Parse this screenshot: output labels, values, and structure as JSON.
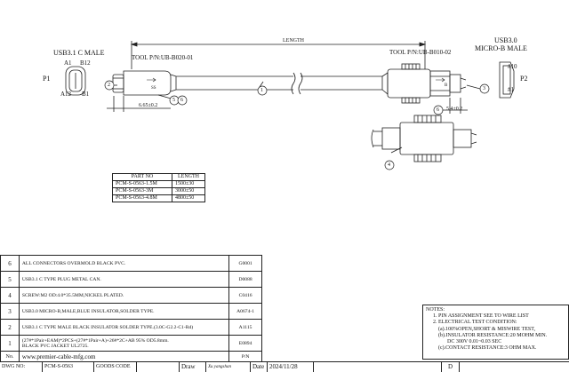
{
  "left_connector": {
    "title": "USB3.1 C MALE",
    "pin_top_left": "A1",
    "pin_top_right": "B12",
    "pin_bottom_left": "A12",
    "pin_bottom_right": "B1",
    "port_label": "P1"
  },
  "right_connector": {
    "title_line1": "USB3.0",
    "title_line2": "MICRO-B MALE",
    "pin_top": "#10",
    "pin_bottom": "#1",
    "port_label": "P2"
  },
  "cable": {
    "length_label": "LENGTH",
    "tool_left": "TOOL P/N:UB-B020-01",
    "tool_right": "TOOL P/N:UB-B010-02",
    "dim_left": "6.65±0.2",
    "dim_right": "5.4±0.2"
  },
  "callouts": [
    "1",
    "2",
    "3",
    "4",
    "5",
    "6"
  ],
  "callout_pair": "5 6",
  "part_table": {
    "headers": [
      "PART NO",
      "LENGTH"
    ],
    "rows": [
      [
        "PCM-S-0563-1.5M",
        "1500±30"
      ],
      [
        "PCM-S-0563-3M",
        "3000±50"
      ],
      [
        "PCM-S-0563-4.8M",
        "4800±50"
      ]
    ]
  },
  "bom": [
    {
      "no": "6",
      "desc": "ALL CONNECTORS OVERMOLD BLACK PVC.",
      "code": "G0001"
    },
    {
      "no": "5",
      "desc": "USB3.1 C TYPE PLUG METAL CAN.",
      "code": "D0088"
    },
    {
      "no": "4",
      "desc": "SCREW:M2  OD:4.0*35.5MM,NICKEL PLATED.",
      "code": "C0416"
    },
    {
      "no": "3",
      "desc": "USB3.0 MICRO-B,MALE,BLUE INSULATOR,SOLDER TYPE.",
      "code": "A0674-1"
    },
    {
      "no": "2",
      "desc": "USB3.1 C TYPE MALE BLACK INSULATOR SOLDER TYPE.(3.0C-G2.2-C1-Rd)",
      "code": "A1115"
    },
    {
      "no": "1",
      "desc": "(27#*1Pair+EAM)*2PCS+(27#*1Pair+A)+26#*2C+AB 95% OD5.8mm.",
      "desc2": "BLACK PVC JACKET UL2725.",
      "code": "E0894"
    }
  ],
  "bom_footer": {
    "no_label": "No.",
    "website": "www.premier-cable-mfg.com",
    "pn_label": "P/N"
  },
  "notes": {
    "title": "NOTES:",
    "lines": [
      "1. PIN ASSIGNMENT SEE TO WIRE LIST",
      "2. ELECTRICAL TEST CONDITION:",
      "(a).100%OPEN,SHORT & MISWIRE TEST,",
      "(b).INSULATOR RESISTANCE:20 MOHM MIN.",
      "DC 300V 0.01~0.03 SEC",
      "(c).CONTACT RESISTANCE:3 OHM MAX."
    ]
  },
  "title_block": {
    "dwg_no_label": "DWG NO:",
    "dwg_no": "PCM-S-0563",
    "goods_code_label": "GOODS CODE",
    "draw_label": "Draw",
    "drawer": "Xu yangshan",
    "date_label": "Date",
    "date": "2024/11/28",
    "rev": "D"
  }
}
